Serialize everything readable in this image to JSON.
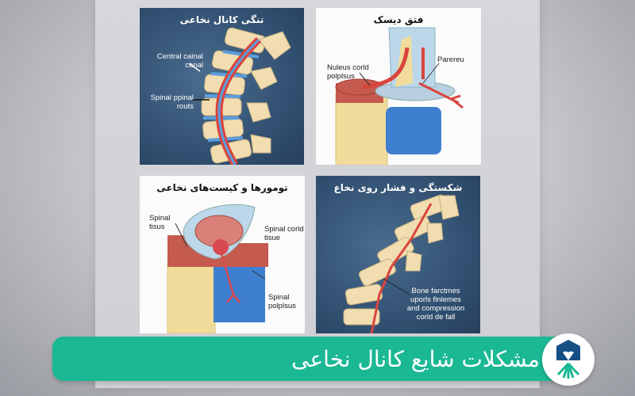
{
  "panels": [
    {
      "title": "تنگی کانال نخاعی",
      "labels": [
        "Central cainal canal",
        "Spinal ppinal routs"
      ]
    },
    {
      "title": "فتق دیسک",
      "labels": [
        "Nuleus corld polplsus",
        "Parereu"
      ]
    },
    {
      "title": "تومورها و کیست‌های نخاعی",
      "labels": [
        "Spinal tisus",
        "Spinal corld tisue",
        "Spinal polplsus"
      ]
    },
    {
      "title": "شکستگی و فشار روی نخاع",
      "labels": [
        "Bone farctmes uporls finlemes and compression corld de fall"
      ]
    }
  ],
  "banner": {
    "title": "مشکلات شایع کانال نخاعی"
  },
  "logo": {
    "icon": "clinic-logo-icon"
  },
  "colors": {
    "banner": "#1bb894",
    "dark_panel": "#34526f",
    "bone": "#f1ddb0",
    "disc": "#5a9ee0",
    "nerve": "#d9453d"
  }
}
